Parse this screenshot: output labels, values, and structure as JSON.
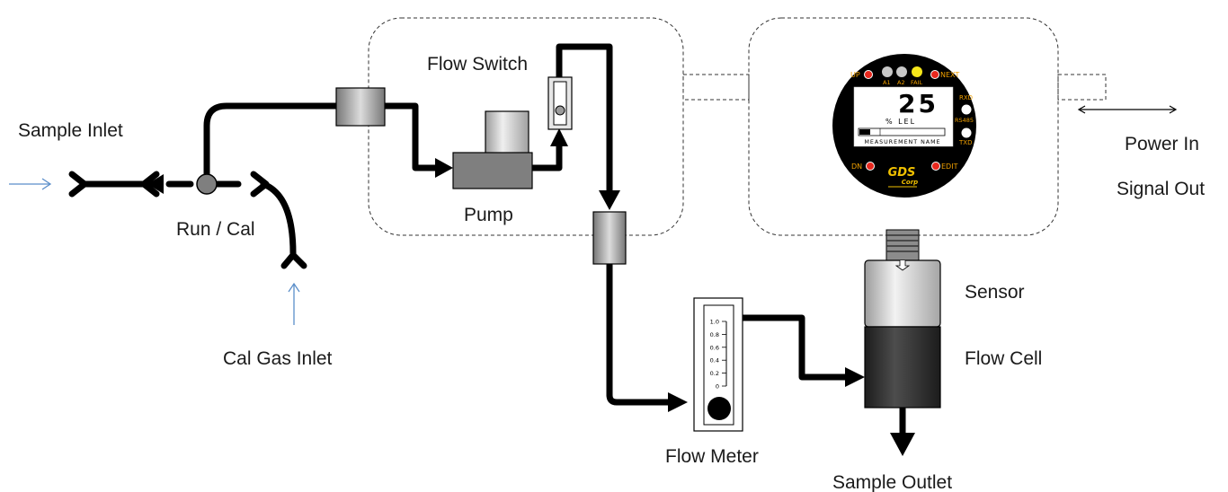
{
  "labels": {
    "sample_inlet": "Sample Inlet",
    "run_cal": "Run / Cal",
    "cal_gas_inlet": "Cal Gas Inlet",
    "flow_switch": "Flow Switch",
    "pump": "Pump",
    "flow_meter": "Flow Meter",
    "sensor": "Sensor",
    "flow_cell": "Flow Cell",
    "sample_outlet": "Sample Outlet",
    "power_in": "Power In",
    "signal_out": "Signal Out"
  },
  "flow_meter_scale": [
    "1.0",
    "0.8",
    "0.6",
    "0.4",
    "0.2",
    "0"
  ],
  "monitor": {
    "up": "UP",
    "next": "NEXT",
    "a1": "A1",
    "a2": "A2",
    "fail": "FAIL",
    "dn": "DN",
    "edit": "EDIT",
    "rxd": "RXD",
    "rs485": "RS485",
    "txd": "TXD",
    "reading": "25",
    "unit": "% LEL",
    "measurement_name": "MEASUREMENT NAME",
    "brand": "GDS",
    "brand_sub": "Corp"
  },
  "colors": {
    "pipe": "#000000",
    "inlet_arrow": "#5b8ec9",
    "led_red": "#e8281e",
    "led_yellow": "#f5e61a",
    "led_grey": "#c8c8c8",
    "monitor_text": "#f0a000",
    "pump": "#7f7f7f",
    "flow_cell": "#2b2b2b"
  },
  "icons": {
    "inlet_arrow": "arrow-right-icon",
    "cal_arrow": "arrow-up-icon",
    "power_signal": "double-arrow-icon"
  }
}
